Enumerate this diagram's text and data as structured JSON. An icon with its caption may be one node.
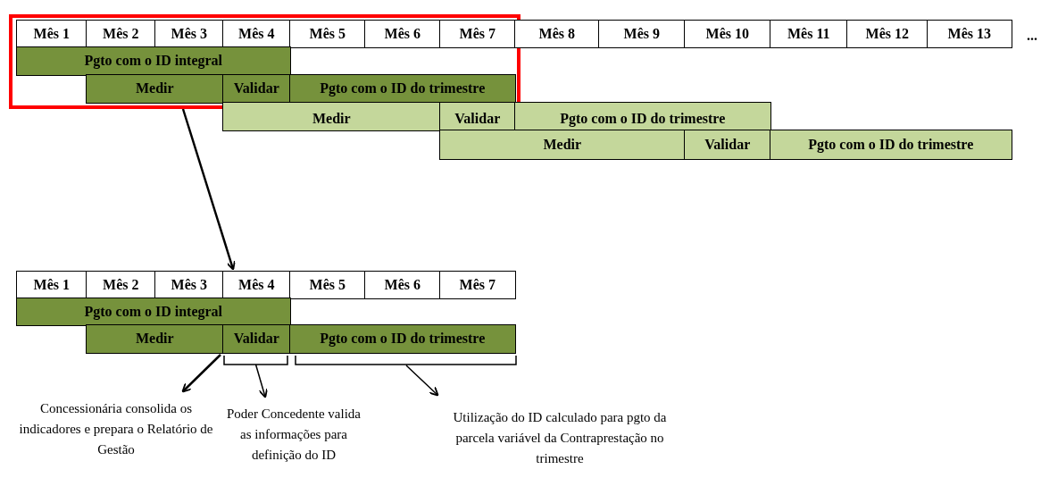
{
  "diagram": {
    "nodes": [
      {
        "text": [],
        "shape": "box"
      },
      {
        "text": [
          "Mês 1"
        ],
        "in": 0
      },
      {
        "text": [
          "Mês 2"
        ],
        "in": 0
      },
      {
        "text": [
          "Mês 3"
        ],
        "in": 0
      },
      {
        "text": [
          "Mês 4"
        ],
        "in": 0
      },
      {
        "text": [
          "Mês 5"
        ],
        "in": 0
      },
      {
        "text": [
          "Mês 6"
        ],
        "in": 0
      },
      {
        "text": [
          "Mês 7"
        ],
        "in": 0
      },
      {
        "text": [
          "Mês 8"
        ]
      },
      {
        "text": [
          "Mês 9"
        ]
      },
      {
        "text": [
          "Mês 10"
        ]
      },
      {
        "text": [
          "Mês 11"
        ]
      },
      {
        "text": [
          "Mês 12"
        ]
      },
      {
        "text": [
          "Mês 13"
        ]
      },
      {
        "text": [
          "Pgto com o ID integral"
        ],
        "in": 0
      },
      {
        "text": [
          "Medir"
        ],
        "in": 0
      },
      {
        "text": [
          "Validar"
        ],
        "in": 0
      },
      {
        "text": [
          "Pgto com o ID do trimestre"
        ],
        "in": 0
      },
      {
        "text": [
          "Medir"
        ]
      },
      {
        "text": [
          "Validar"
        ]
      },
      {
        "text": [
          "Pgto com o ID do trimestre"
        ]
      },
      {
        "text": [
          "Medir"
        ]
      },
      {
        "text": [
          "Validar"
        ]
      },
      {
        "text": [
          "Pgto com o ID do trimestre"
        ]
      },
      {
        "text": [
          "Mês 1"
        ]
      },
      {
        "text": [
          "Mês 2"
        ]
      },
      {
        "text": [
          "Mês 3"
        ]
      },
      {
        "text": [
          "Mês 4"
        ]
      },
      {
        "text": [
          "Mês 5"
        ]
      },
      {
        "text": [
          "Mês 6"
        ]
      },
      {
        "text": [
          "Mês 7"
        ]
      },
      {
        "text": [
          "Pgto com o ID integral"
        ]
      },
      {
        "text": [
          "Medir"
        ]
      },
      {
        "text": [
          "Validar"
        ]
      },
      {
        "text": [
          "Pgto com o ID do trimestre"
        ]
      },
      {
        "text": [
          "Concessionária consolida os indicadores e prepara o Relatório de Gestão"
        ]
      },
      {
        "text": [
          "Poder Concedente valida as informações para definição do ID"
        ]
      },
      {
        "text": [
          "Utilização do ID calculado para pgto da parcela variável da Contraprestação no trimestre"
        ]
      }
    ],
    "edges": [
      {
        "from": 0,
        "to": 27,
        "arrow": "to"
      },
      {
        "from": 32,
        "to": 35,
        "arrow": "to"
      },
      {
        "from": 33,
        "to": 36,
        "arrow": "to"
      },
      {
        "from": 34,
        "to": 37,
        "arrow": "to"
      }
    ],
    "labels": [
      "..."
    ]
  }
}
